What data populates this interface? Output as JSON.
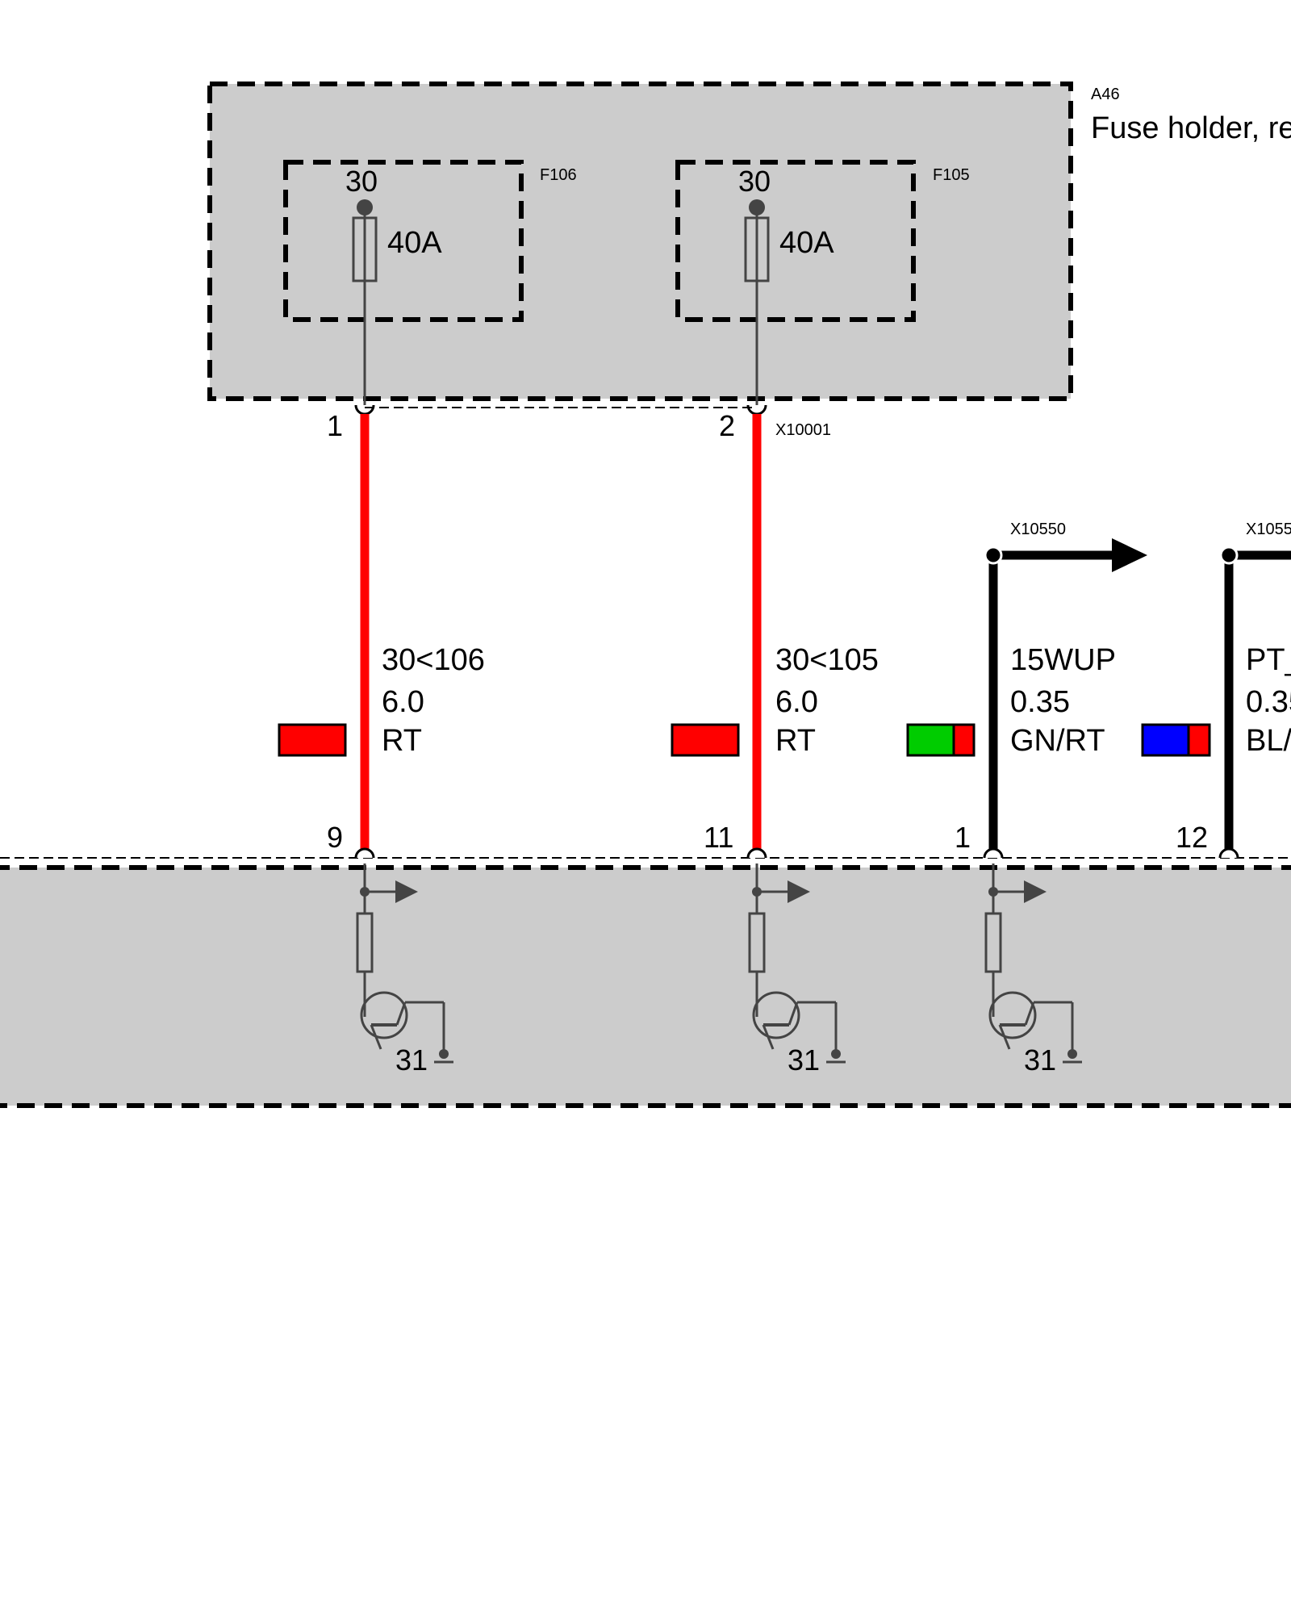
{
  "colors": {
    "box_fill": "#cccccc",
    "wire_red": "#ff0000",
    "wire_black": "#000000",
    "swatch_green": "#00cc00",
    "swatch_blue": "#0000ff",
    "swatch_red": "#ff0000",
    "component_stroke": "#444444"
  },
  "fuse_holder": {
    "id": "A46",
    "title": "Fuse holder, re",
    "connector": "X10001",
    "fuses": [
      {
        "id": "F106",
        "terminal": "30",
        "rating": "40A",
        "pin": "1"
      },
      {
        "id": "F105",
        "terminal": "30",
        "rating": "40A",
        "pin": "2"
      }
    ]
  },
  "wires": [
    {
      "circuit": "30<106",
      "size": "6.0",
      "color_code": "RT",
      "bottom_pin": "9"
    },
    {
      "circuit": "30<105",
      "size": "6.0",
      "color_code": "RT",
      "bottom_pin": "11"
    },
    {
      "circuit": "15WUP",
      "size": "0.35",
      "color_code": "GN/RT",
      "bottom_pin": "1",
      "connector": "X10550"
    },
    {
      "circuit": "PT_",
      "size": "0.35",
      "color_code": "BL/",
      "bottom_pin": "12",
      "connector": "X1055"
    }
  ],
  "control_unit": {
    "ground_terminals": [
      "31",
      "31",
      "31"
    ]
  }
}
